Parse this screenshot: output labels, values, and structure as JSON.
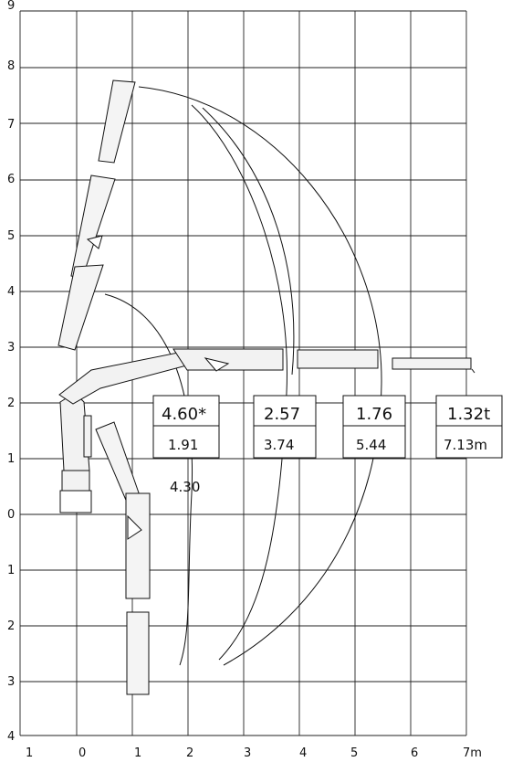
{
  "axes": {
    "x_ticks": [
      "1",
      "0",
      "1",
      "2",
      "3",
      "4",
      "5",
      "6",
      "7m"
    ],
    "y_ticks": [
      "9",
      "8",
      "7",
      "6",
      "5",
      "4",
      "3",
      "2",
      "1",
      "0",
      "1",
      "2",
      "3",
      "4"
    ]
  },
  "capacity_table": [
    {
      "load": "4.60*",
      "reach": "1.91"
    },
    {
      "load": "2.57",
      "reach": "3.74"
    },
    {
      "load": "1.76",
      "reach": "5.44"
    },
    {
      "load": "1.32t",
      "reach": "7.13m"
    }
  ],
  "extra_reach_label": "4.30"
}
